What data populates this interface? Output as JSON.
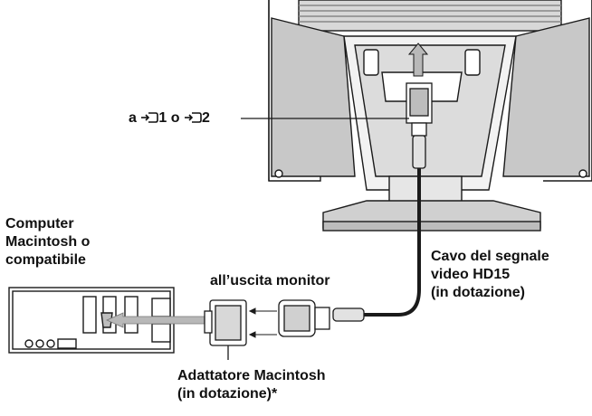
{
  "labels": {
    "input_prefix": "a",
    "input_1": "1 o",
    "input_2": "2",
    "computer_line1": "Computer",
    "computer_line2": "Macintosh o",
    "computer_line3": "compatibile",
    "monitor_output": "all’uscita monitor",
    "cable_line1": "Cavo del segnale",
    "cable_line2": "video HD15",
    "cable_line3": "(in dotazione)",
    "adapter_line1": "Adattatore Macintosh",
    "adapter_line2": "(in dotazione)*"
  },
  "icons": {
    "input_connector": "input-arrow-icon",
    "direction_arrow": "up-arrow-icon",
    "connection_arrow": "left-arrow-icon"
  },
  "colors": {
    "line": "#1a1a1a",
    "shade": "#bdbdbd",
    "light_shade": "#e2e2e2",
    "arrow_fill": "#b8b8b8"
  }
}
